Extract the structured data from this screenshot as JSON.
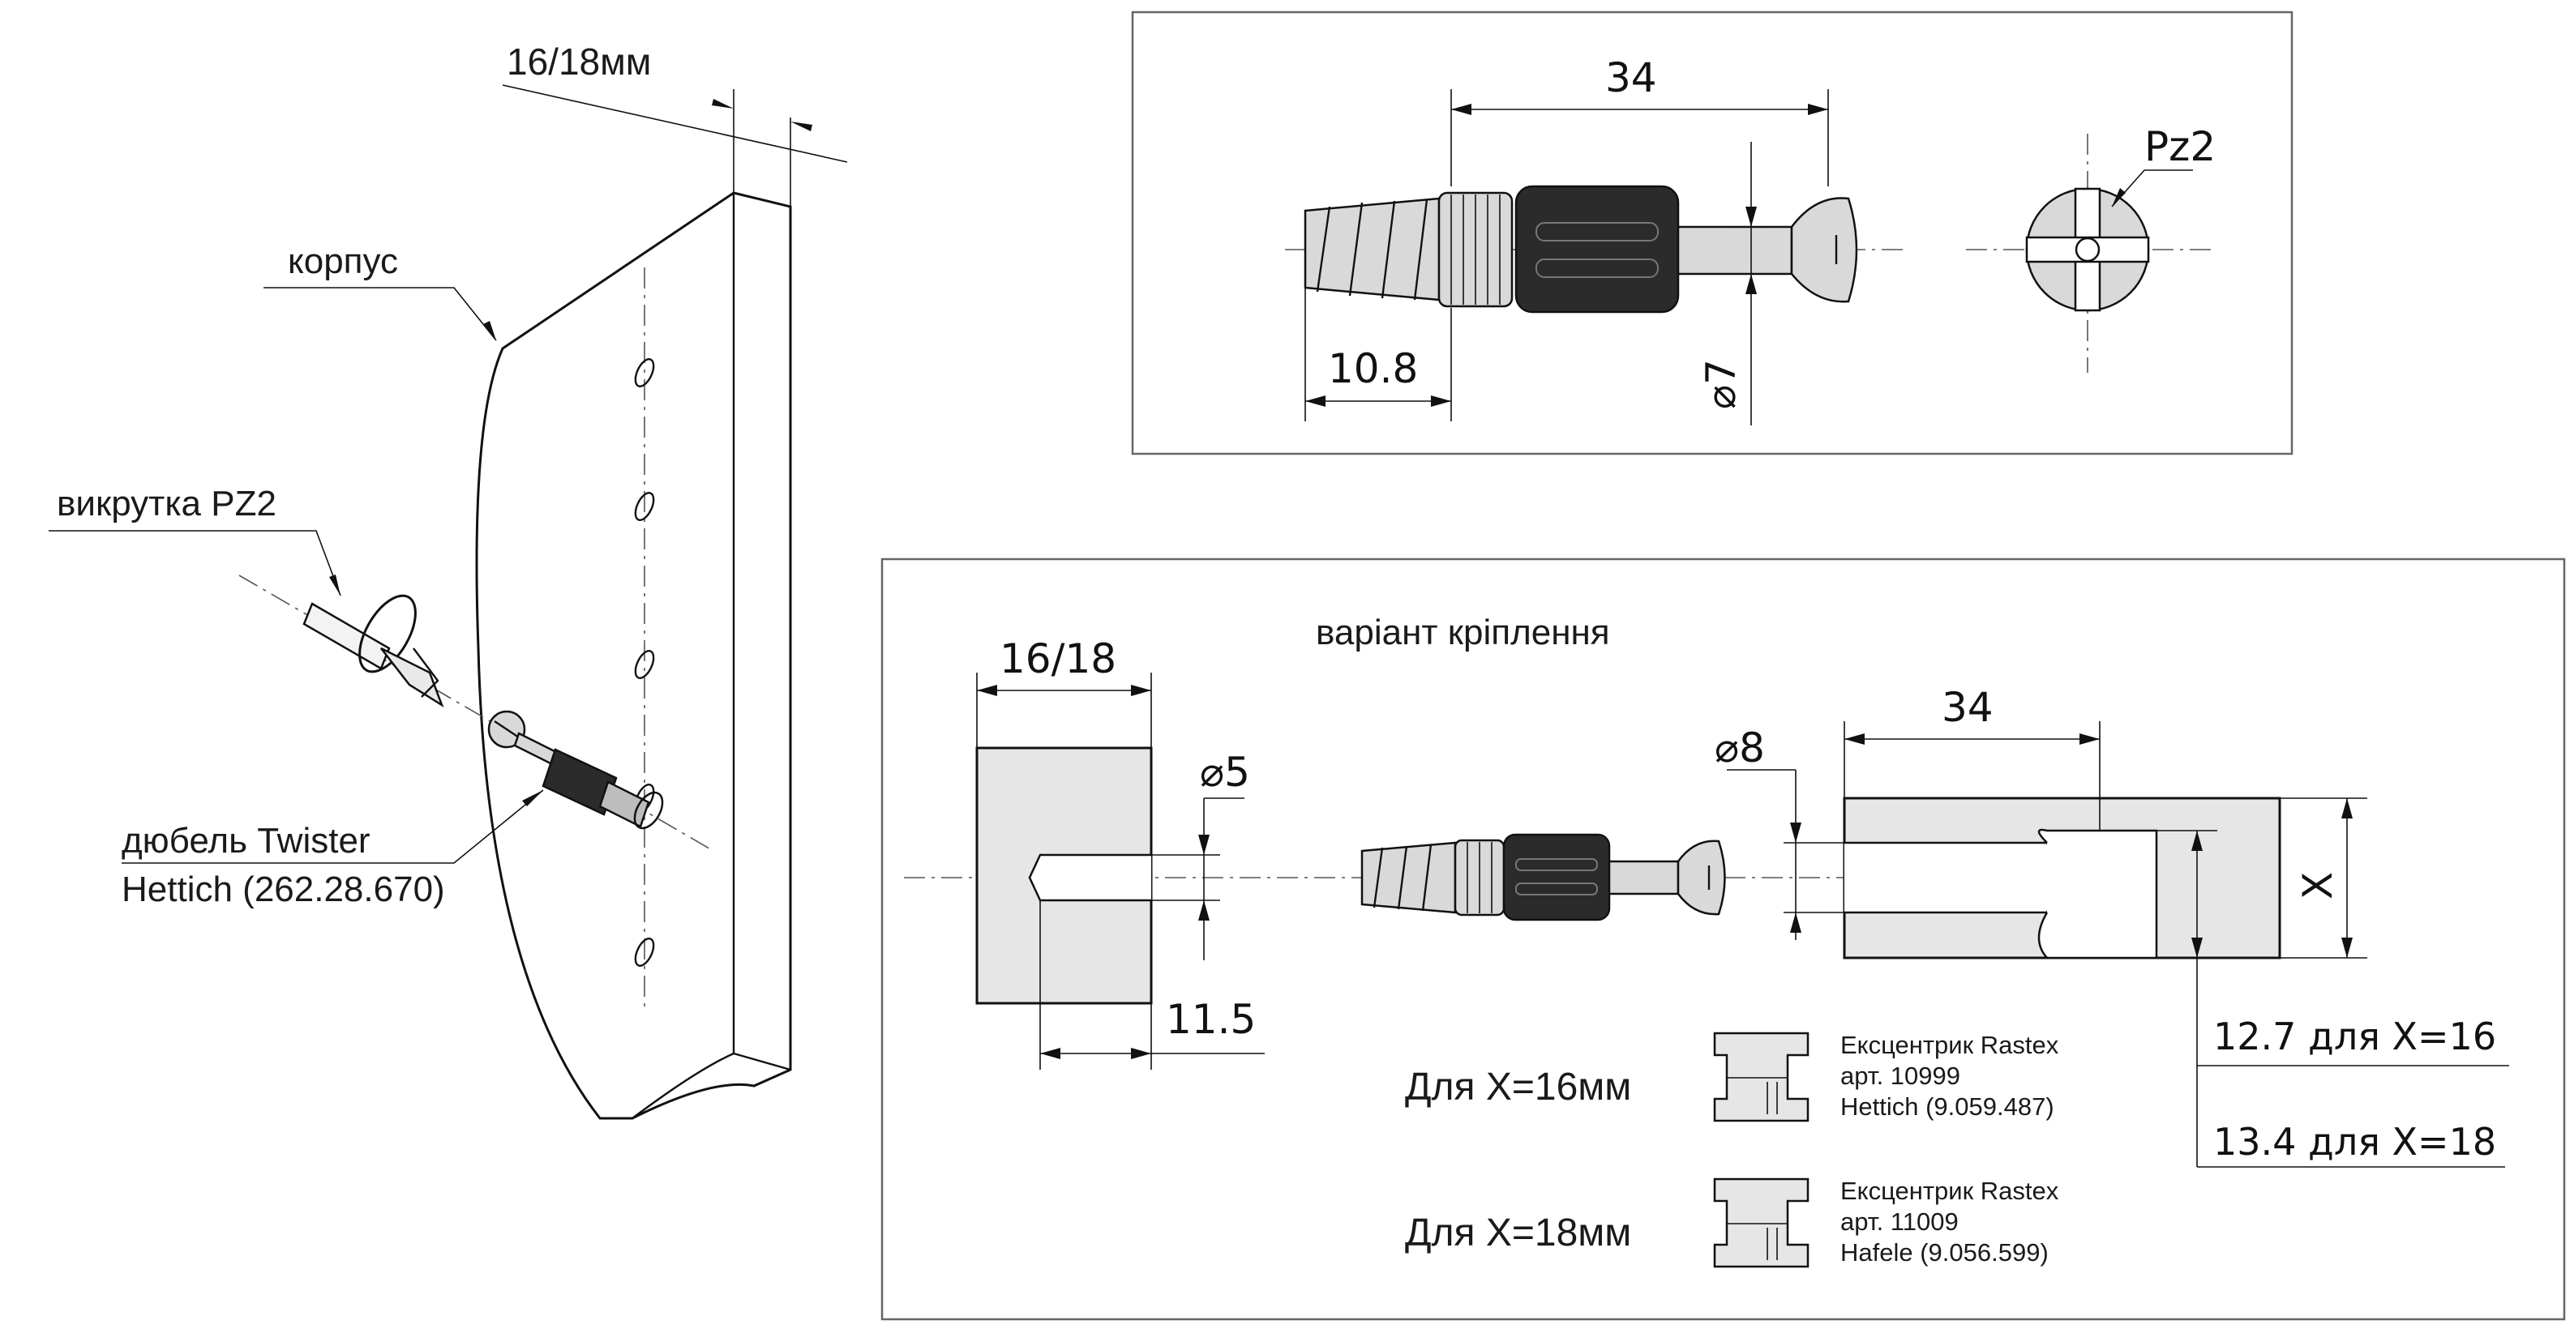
{
  "left_view": {
    "thickness_label": "16/18мм",
    "body_label": "корпус",
    "screwdriver_label": "викрутка PZ2",
    "dowel_label_line1": "дюбель Twister",
    "dowel_label_line2": "Hettich (262.28.670)"
  },
  "top_box": {
    "length_dim": "34",
    "thread_dim": "10.8",
    "diameter_dim": "⌀7",
    "drive_label": "Pz2"
  },
  "bottom_box": {
    "title": "варіант кріплення",
    "board_thickness_dim": "16/18",
    "hole_diameter_dim": "⌀5",
    "hole_depth_dim": "11.5",
    "bore_diameter_dim": "⌀8",
    "bore_length_dim": "34",
    "x_dim": "X",
    "offset_16": "12.7 для X=16",
    "offset_18": "13.4 для X=18",
    "case_16": {
      "label": "Для X=16мм",
      "line1": "Ексцентрик Rastex",
      "line2": "арт. 10999",
      "line3": "Hettich (9.059.487)"
    },
    "case_18": {
      "label": "Для X=18мм",
      "line1": "Ексцентрик Rastex",
      "line2": "арт. 11009",
      "line3": "Hafele (9.056.599)"
    }
  }
}
